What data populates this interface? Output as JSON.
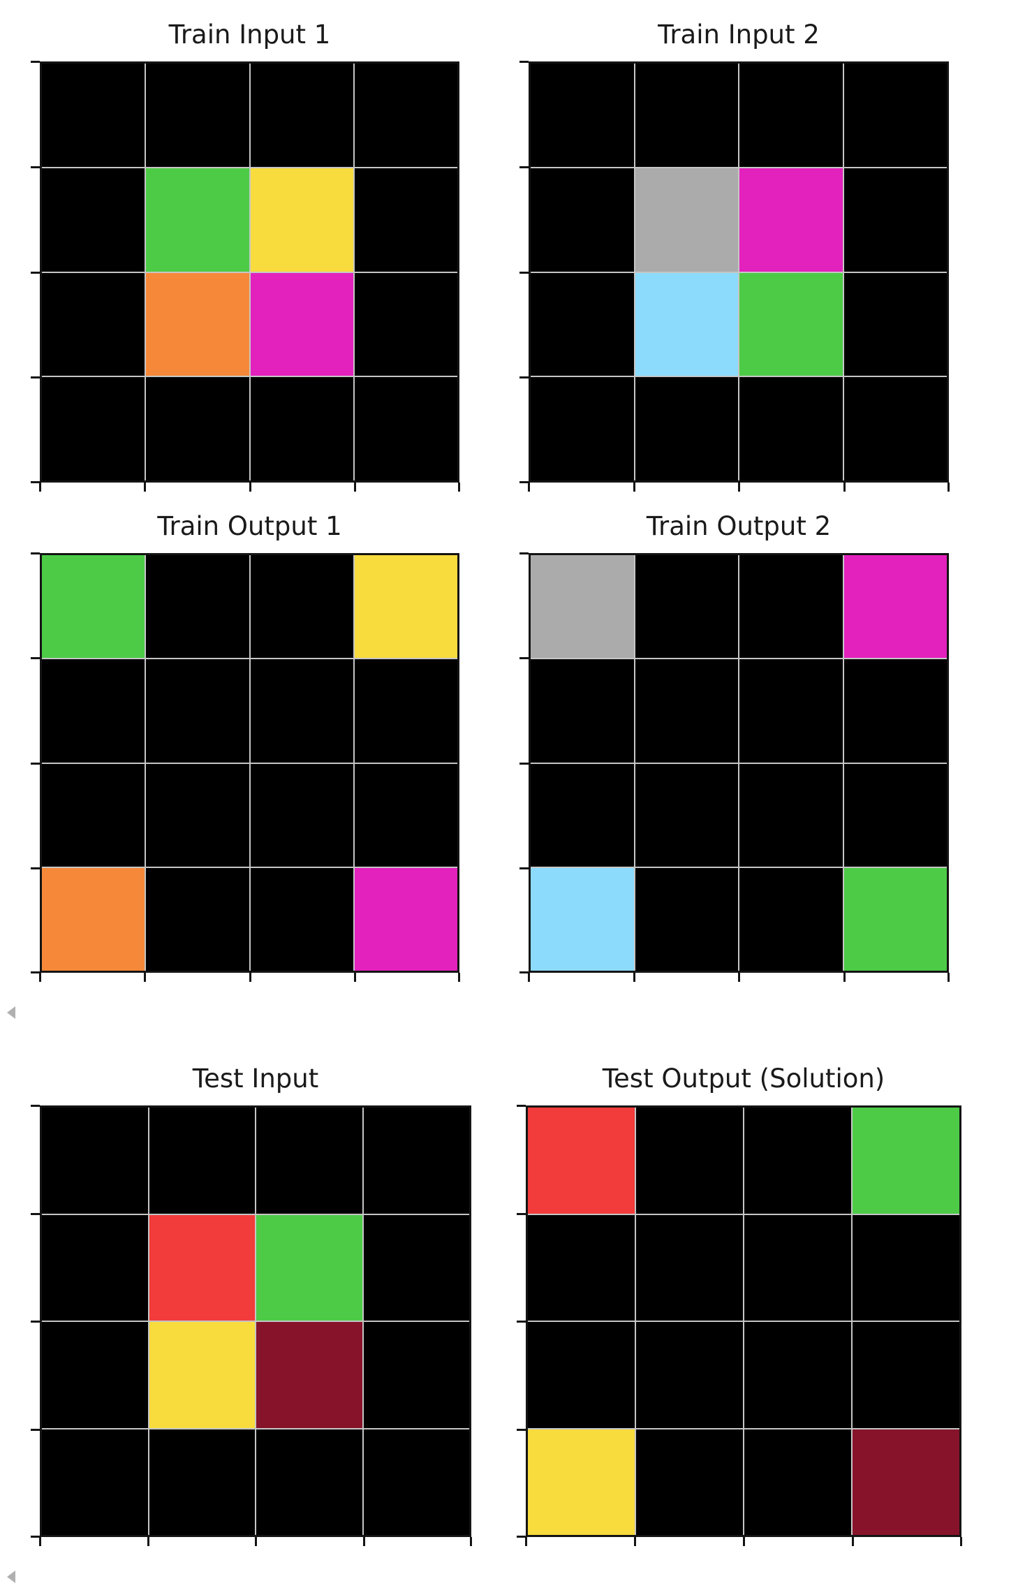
{
  "figure": {
    "background": "#ffffff",
    "title_color": "#1a1a1a",
    "gridline_color": "#c6c6c6",
    "spine_color": "#141414"
  },
  "icons": {
    "collapse_arrow": {
      "name": "left-triangle-icon",
      "color": "#b0b0b0"
    }
  },
  "chart_data": {
    "type": "heatmap",
    "figure_layout": "3 rows x 2 columns of matplotlib-style subplots, each showing a 4x4 ARC puzzle grid",
    "grid_on": true,
    "legend": "none",
    "axis_tick_labels": "none",
    "palette": {
      "black": "#000000",
      "green": "#4DCB47",
      "yellow": "#F8DB3D",
      "orange": "#F68939",
      "magenta": "#E321BC",
      "gray": "#ABABAB",
      "skyblue": "#8CDBFC",
      "red": "#F23B3B",
      "maroon": "#87132B"
    },
    "panels": [
      {
        "title": "Train Input 1",
        "rows": 4,
        "cols": 4,
        "cells": [
          [
            "black",
            "black",
            "black",
            "black"
          ],
          [
            "black",
            "green",
            "yellow",
            "black"
          ],
          [
            "black",
            "orange",
            "magenta",
            "black"
          ],
          [
            "black",
            "black",
            "black",
            "black"
          ]
        ]
      },
      {
        "title": "Train Input 2",
        "rows": 4,
        "cols": 4,
        "cells": [
          [
            "black",
            "black",
            "black",
            "black"
          ],
          [
            "black",
            "gray",
            "magenta",
            "black"
          ],
          [
            "black",
            "skyblue",
            "green",
            "black"
          ],
          [
            "black",
            "black",
            "black",
            "black"
          ]
        ]
      },
      {
        "title": "Train Output 1",
        "rows": 4,
        "cols": 4,
        "cells": [
          [
            "green",
            "black",
            "black",
            "yellow"
          ],
          [
            "black",
            "black",
            "black",
            "black"
          ],
          [
            "black",
            "black",
            "black",
            "black"
          ],
          [
            "orange",
            "black",
            "black",
            "magenta"
          ]
        ]
      },
      {
        "title": "Train Output 2",
        "rows": 4,
        "cols": 4,
        "cells": [
          [
            "gray",
            "black",
            "black",
            "magenta"
          ],
          [
            "black",
            "black",
            "black",
            "black"
          ],
          [
            "black",
            "black",
            "black",
            "black"
          ],
          [
            "skyblue",
            "black",
            "black",
            "green"
          ]
        ]
      },
      {
        "title": "Test Input",
        "rows": 4,
        "cols": 4,
        "cells": [
          [
            "black",
            "black",
            "black",
            "black"
          ],
          [
            "black",
            "red",
            "green",
            "black"
          ],
          [
            "black",
            "yellow",
            "maroon",
            "black"
          ],
          [
            "black",
            "black",
            "black",
            "black"
          ]
        ]
      },
      {
        "title": "Test Output (Solution)",
        "rows": 4,
        "cols": 4,
        "cells": [
          [
            "red",
            "black",
            "black",
            "green"
          ],
          [
            "black",
            "black",
            "black",
            "black"
          ],
          [
            "black",
            "black",
            "black",
            "black"
          ],
          [
            "yellow",
            "black",
            "black",
            "maroon"
          ]
        ]
      }
    ]
  }
}
